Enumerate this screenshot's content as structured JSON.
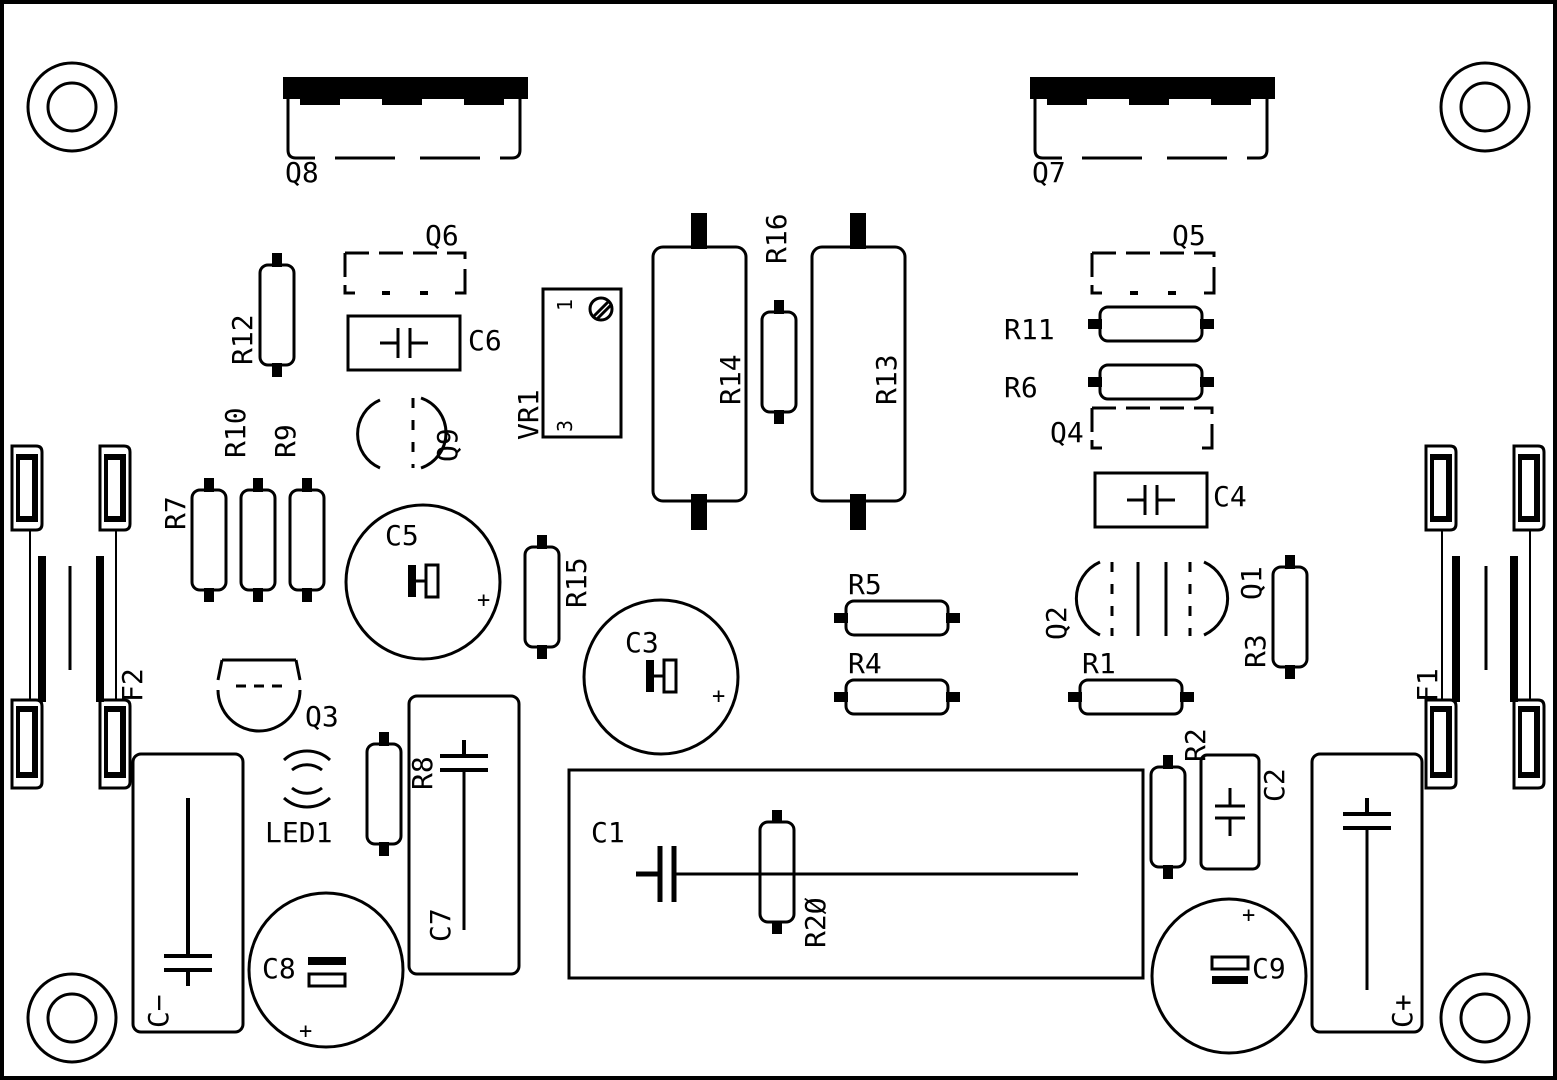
{
  "colors": {
    "ink": "#000000",
    "board": "#ffffff"
  },
  "components": {
    "q8": "Q8",
    "q7": "Q7",
    "q6": "Q6",
    "q5": "Q5",
    "q4": "Q4",
    "q3": "Q3",
    "q2": "Q2",
    "q1": "Q1",
    "q9": "Q9",
    "r1": "R1",
    "r2": "R2",
    "r3": "R3",
    "r4": "R4",
    "r5": "R5",
    "r6": "R6",
    "r7": "R7",
    "r8": "R8",
    "r9": "R9",
    "r10": "R10",
    "r11": "R11",
    "r12": "R12",
    "r13": "R13",
    "r14": "R14",
    "r15": "R15",
    "r16": "R16",
    "r20": "R2Ø",
    "c1": "C1",
    "c2": "C2",
    "c3": "C3",
    "c4": "C4",
    "c5": "C5",
    "c6": "C6",
    "c7": "C7",
    "c8": "C8",
    "c9": "C9",
    "c_minus": "C−",
    "c_plus": "C+",
    "vr1": "VR1",
    "vr1_pin1": "1",
    "vr1_pin3": "3",
    "led1": "LED1",
    "f1": "F1",
    "f2": "F2"
  },
  "polarity_marks": {
    "plus": "+"
  }
}
